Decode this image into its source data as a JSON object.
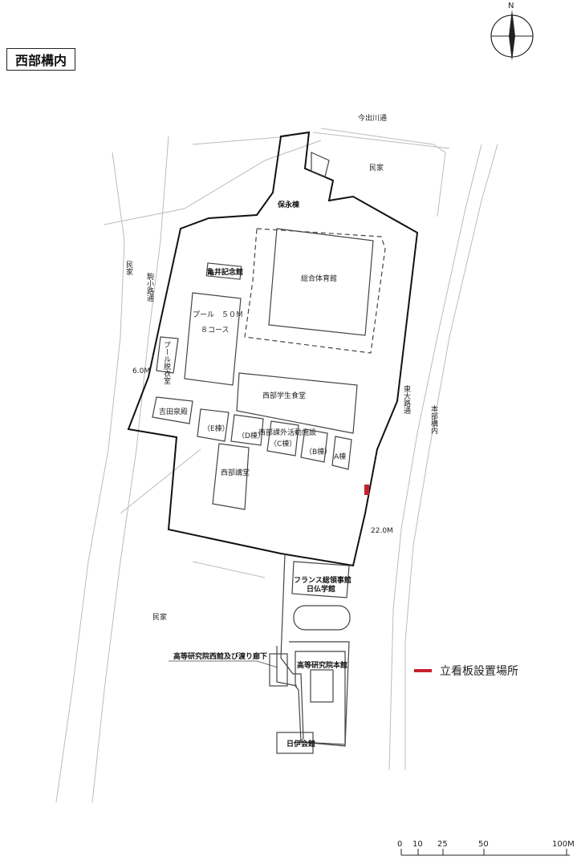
{
  "title": "西部構内",
  "compass": {
    "label": "N",
    "icon": "north-arrow-icon"
  },
  "colors": {
    "signboard_marker": "#c8202c",
    "boundary": "#111111",
    "road": "#bbbbbb"
  },
  "roads": {
    "imadegawa": "今出川通",
    "komakoji": "駒小路通",
    "higashioji": "東大路通",
    "width_west": "6.0M",
    "width_east": "22.0M"
  },
  "areas": {
    "minka_north": "民家",
    "minka_west": "民家",
    "minka_south": "民家",
    "honbu": "本部構内"
  },
  "buildings": {
    "hoei": "保永棟",
    "kamei": "亀井記念館",
    "gym": "総合体育館",
    "pool_1": "プール　５０Ｍ",
    "pool_2": "８コース",
    "changing": "プール脱衣室",
    "cafeteria": "西部学生食堂",
    "yoshida": "吉田泉殿",
    "e": "（E棟）",
    "d": "（D棟）",
    "club": "西部課外活動施設",
    "c": "（C棟）",
    "b": "（B棟）",
    "a": "A棟",
    "kodo": "西部講堂",
    "france_1": "フランス総領事館",
    "france_2": "日仏学館",
    "kokenken_west": "高等研究院西館及び渡り廊下",
    "kokenken_main": "高等研究院本館",
    "nichii": "日伊会館"
  },
  "legend": {
    "label": "立看板設置場所"
  },
  "scale": {
    "ticks": [
      "0",
      "10",
      "25",
      "50",
      "100M"
    ]
  }
}
